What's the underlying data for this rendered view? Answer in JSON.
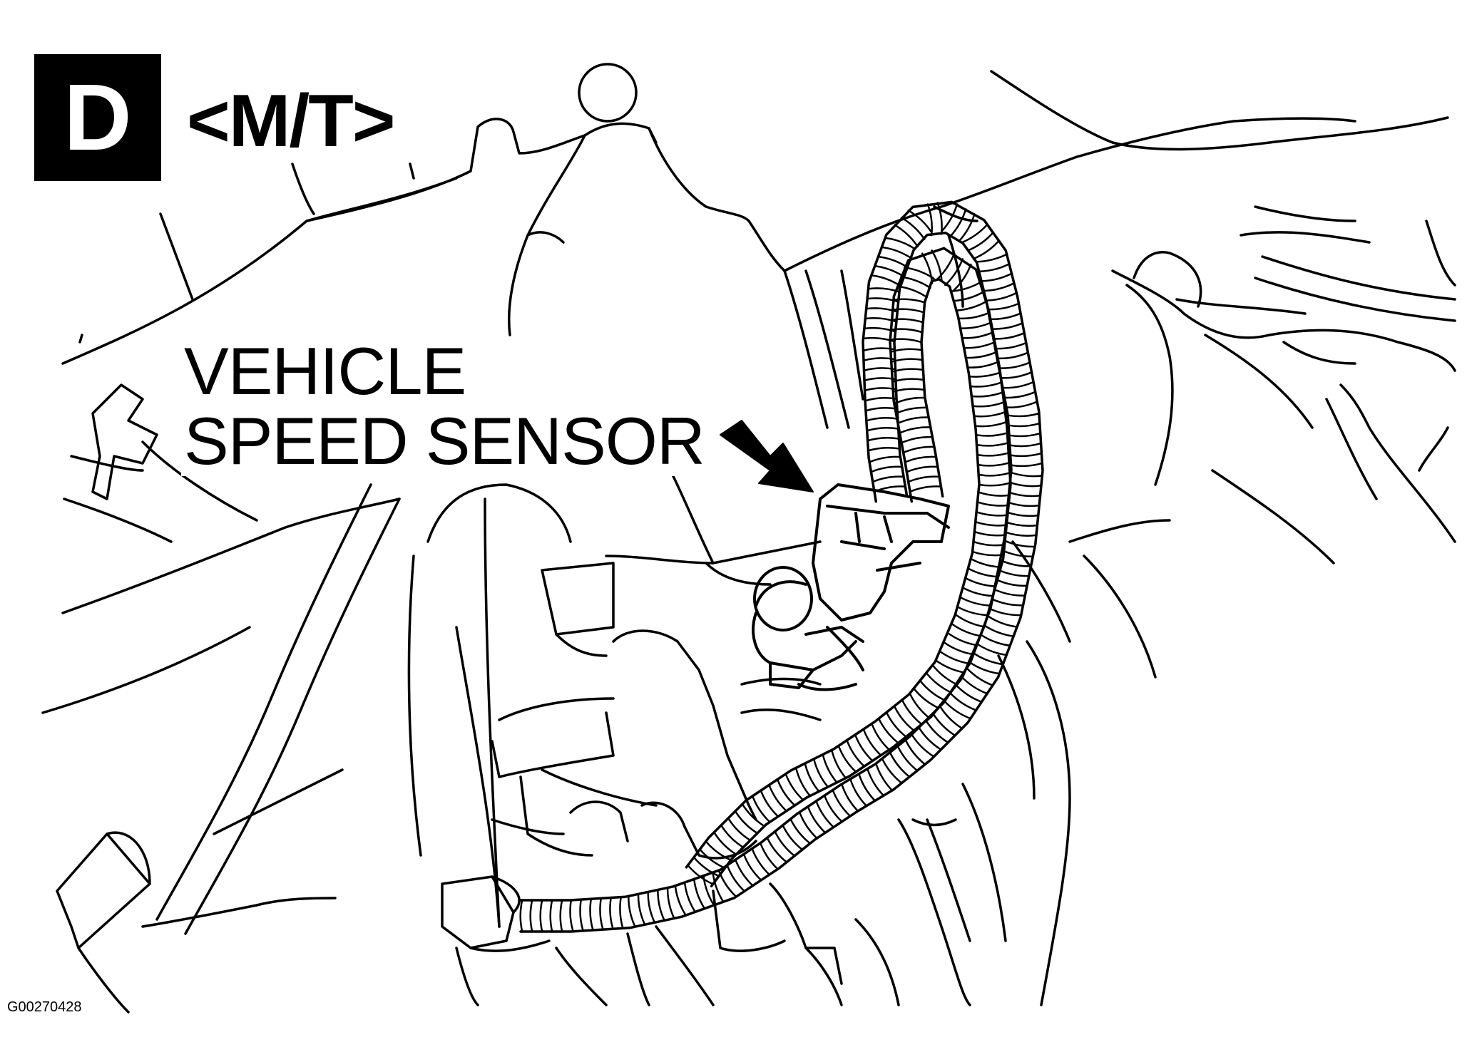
{
  "figure": {
    "badge_letter": "D",
    "variant_label": "<M/T>",
    "callout": {
      "line1": "VEHICLE",
      "line2": "SPEED SENSOR"
    },
    "figure_id": "G00270428"
  },
  "colors": {
    "ink": "#000000",
    "paper": "#ffffff"
  },
  "icons": {
    "pointer": "pointer-arrow-icon"
  }
}
